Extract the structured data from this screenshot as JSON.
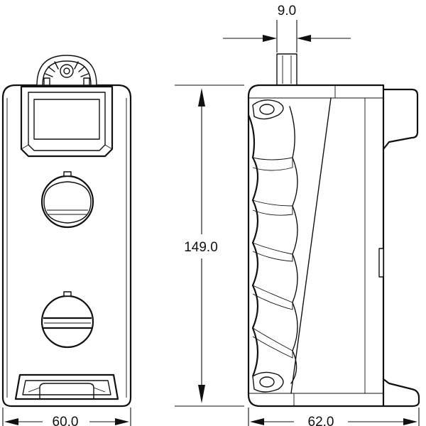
{
  "dimensions": {
    "shaft_width": "9.0",
    "height": "149.0",
    "front_width": "60.0",
    "side_depth": "62.0"
  }
}
